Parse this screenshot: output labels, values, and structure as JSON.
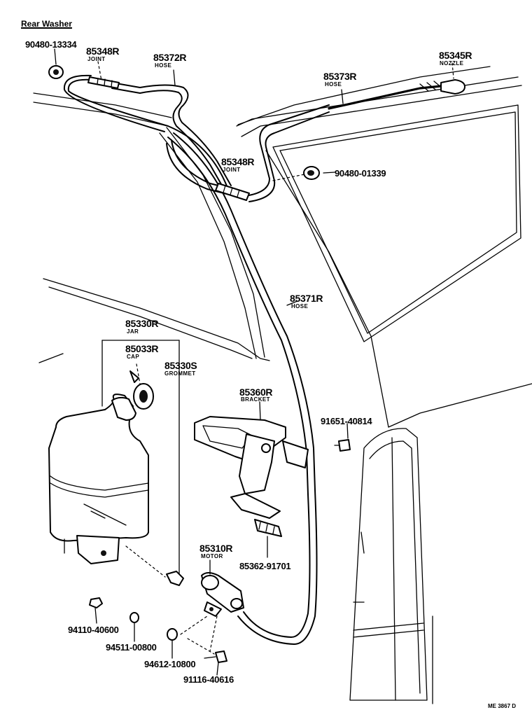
{
  "title": "Rear Washer",
  "reference_code": "ME 3867 D",
  "parts": {
    "grommet_top": {
      "number": "90480-13334"
    },
    "joint_top": {
      "number": "85348R",
      "name": "JOINT"
    },
    "hose_upper": {
      "number": "85372R",
      "name": "HOSE"
    },
    "nozzle": {
      "number": "85345R",
      "name": "NOZZLE"
    },
    "hose_roof": {
      "number": "85373R",
      "name": "HOSE"
    },
    "joint_mid": {
      "number": "85348R",
      "name": "JOINT"
    },
    "grommet_mid": {
      "number": "90480-01339"
    },
    "hose_long": {
      "number": "85371R",
      "name": "HOSE"
    },
    "jar": {
      "number": "85330R",
      "name": "JAR"
    },
    "cap": {
      "number": "85033R",
      "name": "CAP"
    },
    "grommet_jar": {
      "number": "85330S",
      "name": "GROMMET"
    },
    "bracket": {
      "number": "85360R",
      "name": "BRACKET"
    },
    "clip_right": {
      "number": "91651-40814"
    },
    "clamp": {
      "number": "85362-91701"
    },
    "motor": {
      "number": "85310R",
      "name": "MOTOR"
    },
    "nut": {
      "number": "94110-40600"
    },
    "washer_spring": {
      "number": "94511-00800"
    },
    "washer_plate": {
      "number": "94612-10800"
    },
    "bolt": {
      "number": "91116-40616"
    }
  }
}
